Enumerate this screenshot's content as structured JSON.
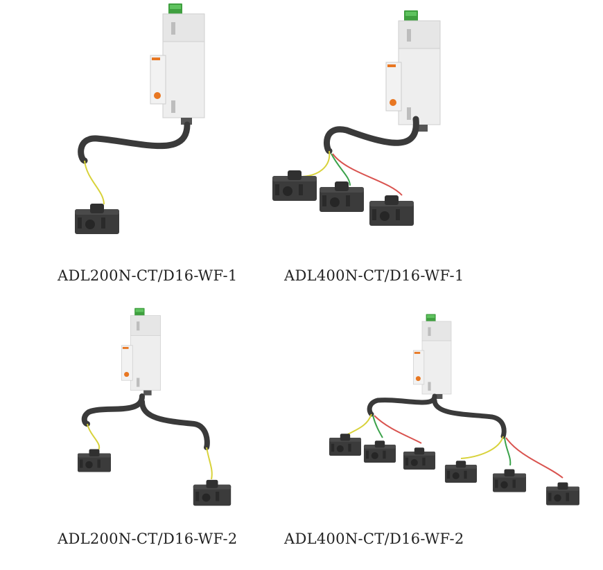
{
  "products": [
    {
      "model": "ADL200N-CT/D16-WF-1"
    },
    {
      "model": "ADL400N-CT/D16-WF-1"
    },
    {
      "model": "ADL200N-CT/D16-WF-2"
    },
    {
      "model": "ADL400N-CT/D16-WF-2"
    }
  ],
  "colors": {
    "meter_body": "#e8e8e8",
    "terminal_green": "#4caf50",
    "cable": "#3a3a3a",
    "ct_body": "#3c3c3c",
    "wire_yellow": "#d8d23a",
    "wire_green": "#3aa24a",
    "wire_red": "#d9534f",
    "brand_orange": "#e87722"
  }
}
